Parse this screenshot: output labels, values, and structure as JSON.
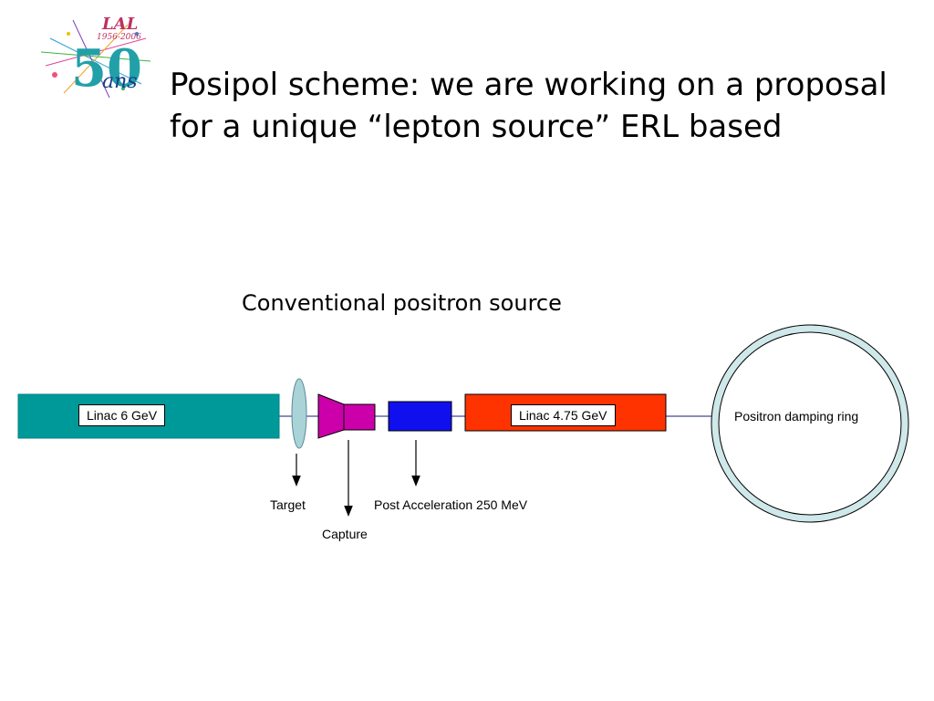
{
  "title": {
    "line1": "Posipol scheme: we are working on a proposal",
    "line2": "for a unique “lepton source” ERL based"
  },
  "logo": {
    "top_text": "LAL",
    "years": "1956-2006",
    "number": "50",
    "suffix": "ans"
  },
  "subtitle": "Conventional positron source",
  "diagram": {
    "linac1": "Linac 6 GeV",
    "linac2": "Linac 4.75 GeV",
    "ring": "Positron damping ring",
    "target": "Target",
    "capture": "Capture",
    "post_accel": "Post Acceleration 250 MeV"
  },
  "colors": {
    "linac1": "#009999",
    "target": "#a9d3d6",
    "capture": "#cc00aa",
    "post_accel": "#1010ee",
    "linac2": "#ff3300",
    "ring_fill": "#cfe8ea"
  }
}
